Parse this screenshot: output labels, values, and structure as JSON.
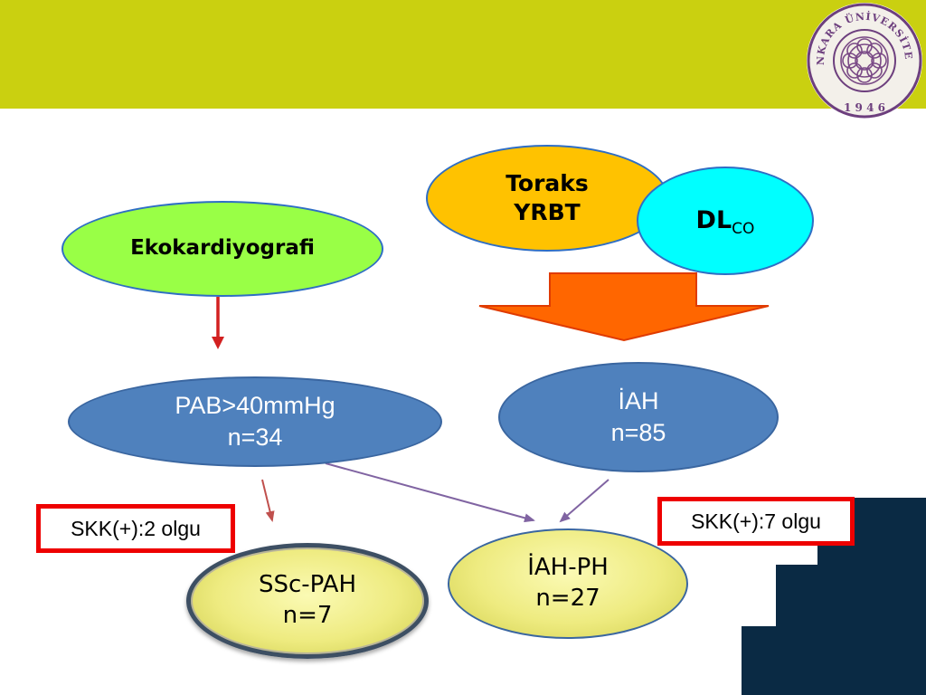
{
  "logo": {
    "text_top": "ANKARA ÜNİVERSİTESİ",
    "year": "1 9 4 6"
  },
  "nodes": {
    "ekokardiyografi": {
      "label": "Ekokardiyografi"
    },
    "toraks": {
      "line1": "Toraks",
      "line2": "YRBT"
    },
    "dlco": {
      "main": "DL",
      "sub": "CO"
    },
    "pab": {
      "line1": "PAB>40mmHg",
      "line2": "n=34"
    },
    "iah": {
      "line1": "İAH",
      "line2": "n=85"
    },
    "ssc_pah": {
      "line1": "SSc-PAH",
      "line2": "n=7"
    },
    "iah_ph": {
      "line1": "İAH-PH",
      "line2": "n=27"
    }
  },
  "notes": {
    "left": "SKK(+):2 olgu",
    "right": "SKK(+):7 olgu"
  },
  "colors": {
    "header": "#cad010",
    "ekokardiyografi": "#99ff46",
    "toraks": "#ffc200",
    "dlco": "#00ffff",
    "blue_nodes": "#4f81bd",
    "yellow_nodes": "#eeeb80",
    "note_border": "#ee0000",
    "big_arrow": "#ff6600",
    "step_decoration": "#0a2a44"
  }
}
